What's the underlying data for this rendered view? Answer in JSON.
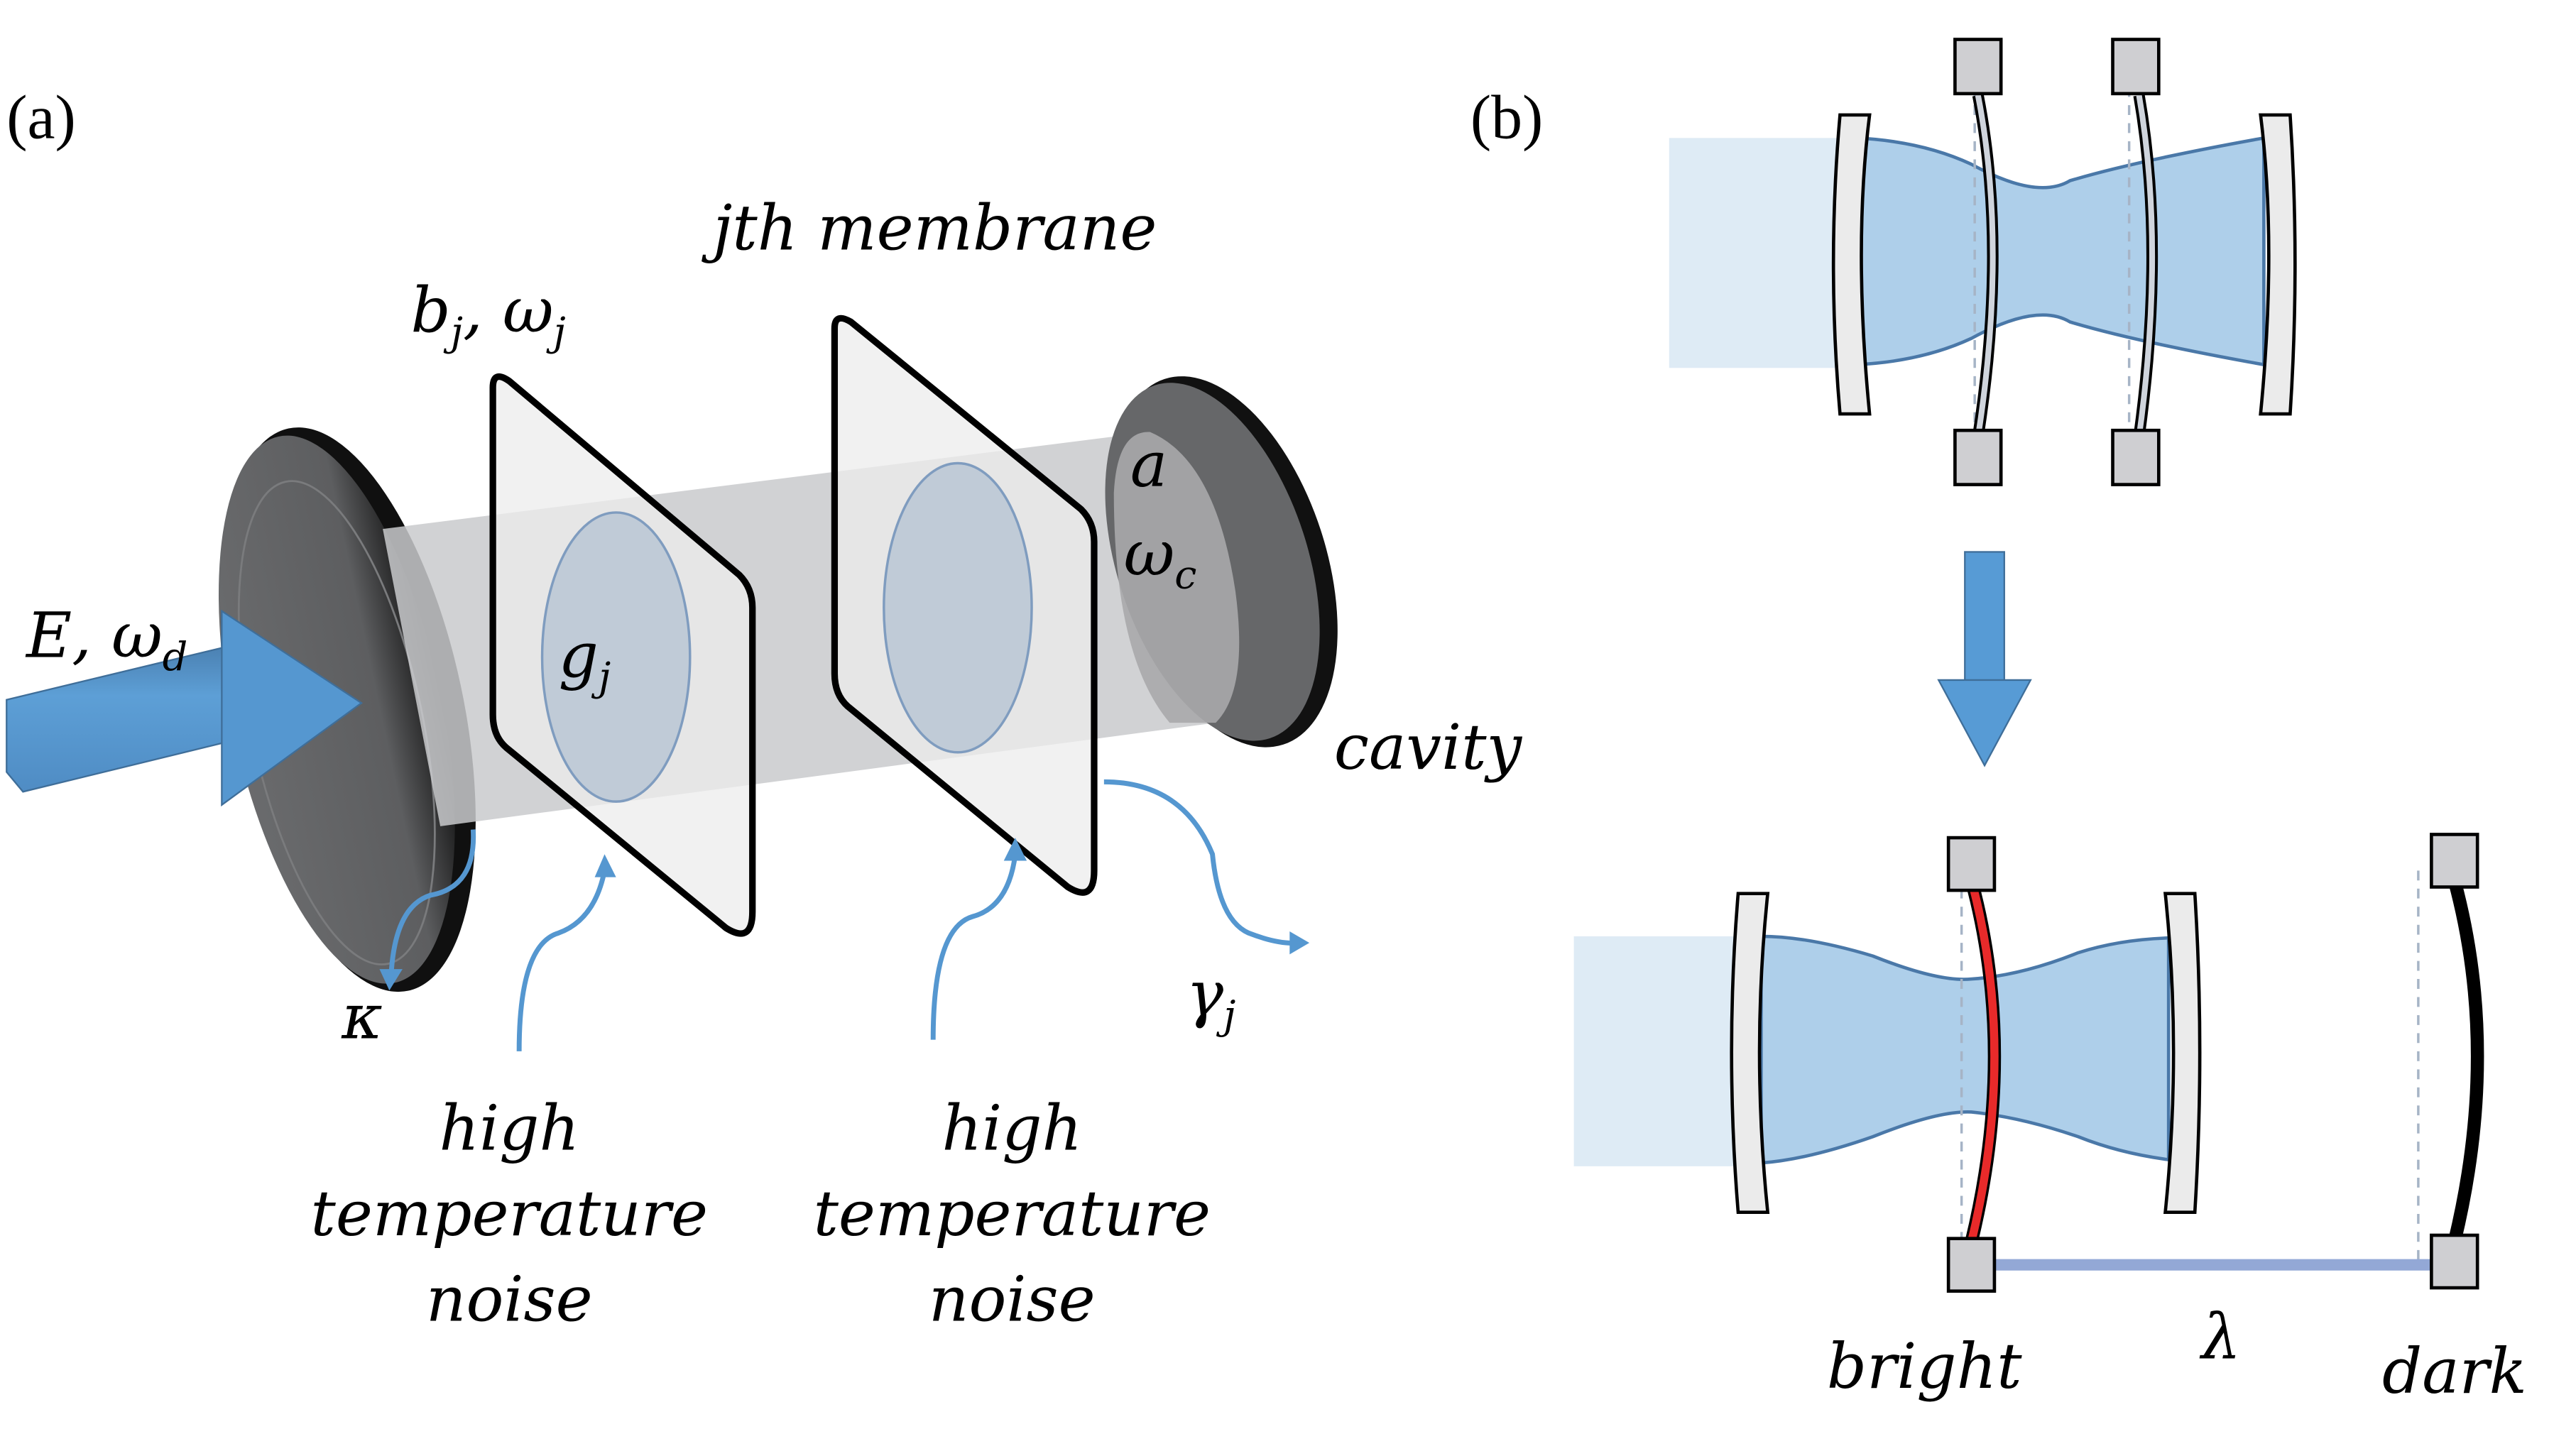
{
  "figure": {
    "panel_a": {
      "label": "(a)",
      "drive": {
        "symbol": "E, ω",
        "subscript": "d"
      },
      "mode": {
        "symbol": "b",
        "sub1": "j",
        "mid": ", ω",
        "sub2": "j"
      },
      "membrane_title": "jth membrane",
      "coupling": {
        "symbol": "g",
        "subscript": "j"
      },
      "cavity_mode": {
        "symbol": "a"
      },
      "cavity_freq": {
        "symbol": "ω",
        "subscript": "c"
      },
      "cavity_label": "cavity",
      "cavity_decay": "κ",
      "membrane_damping": {
        "symbol": "γ",
        "subscript": "j"
      },
      "noise_labels": [
        {
          "line1": "high",
          "line2": "temperature",
          "line3": "noise"
        },
        {
          "line1": "high",
          "line2": "temperature",
          "line3": "noise"
        }
      ]
    },
    "panel_b": {
      "label": "(b)",
      "bright_label": "bright",
      "dark_label": "dark",
      "coupling_label": "λ"
    },
    "colors": {
      "beam_fill": "#aecfea",
      "beam_edge": "#4a78a8",
      "input_beam": "#deebf5",
      "arrow_blue": "#579bd5",
      "bright_membrane": "#e82a2a",
      "dark_membrane": "#000000",
      "coupling_bar": "#93a8d6",
      "clamp_fill": "#cfcfd2",
      "mirror_fill": "#ebebeb"
    }
  }
}
